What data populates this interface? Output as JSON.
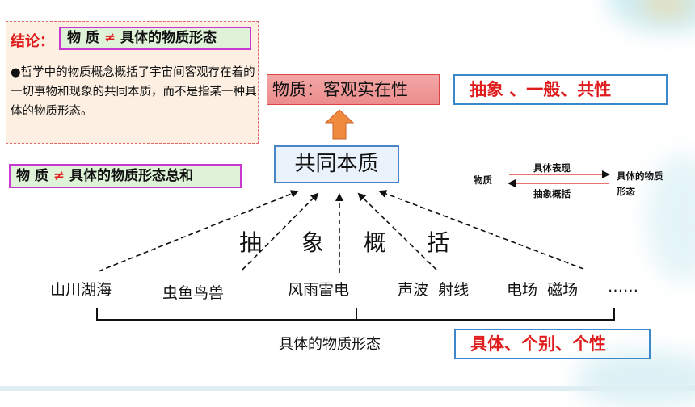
{
  "conclusion": {
    "label": "结论：",
    "formula_left": "物 质",
    "formula_ne": "≠",
    "formula_right": " 具体的物质形态",
    "body": "●哲学中的物质概念概括了宇宙间客观存在着的一切事物和现象的共同本质，而不是指某一种具体的物质形态。"
  },
  "formula2": {
    "left": "物 质",
    "ne": "≠",
    "right": " 具体的物质形态总和"
  },
  "matter_definition": "物质：客观实在性",
  "abstract_traits": "抽象 、一般、共性",
  "common_essence": "共同本质",
  "abstraction_chars": [
    "抽",
    "象",
    "概",
    "括"
  ],
  "phenomena": [
    "山川湖海",
    "虫鱼鸟兽",
    "风雨雷电",
    "声波  射线",
    "电场  磁场",
    "……"
  ],
  "concrete_label": "具体的物质形态",
  "concrete_traits": "具体、个别、个性",
  "mini_diagram": {
    "left": "物质",
    "top_arrow": "具体表现",
    "bottom_arrow": "抽象概括",
    "right_line1": "具体的物质",
    "right_line2": "形态"
  },
  "colors": {
    "red_text": "#e01d1d",
    "blue_border": "#3a87c9",
    "formula_bg": "#dff3d8",
    "formula_border": "#c838d0",
    "arrow_orange": "#f08a3c"
  }
}
